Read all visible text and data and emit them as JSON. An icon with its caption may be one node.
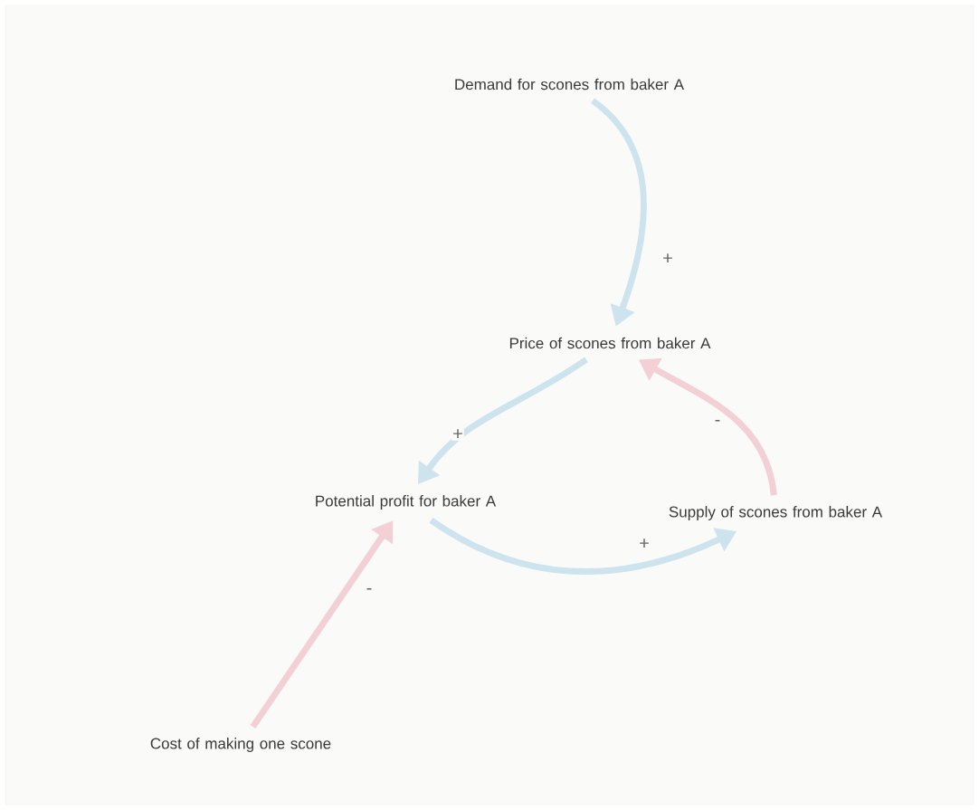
{
  "diagram": {
    "nodes": [
      {
        "text": [
          "Demand for scones from baker A"
        ]
      },
      {
        "text": [
          "Price of scones from baker A"
        ]
      },
      {
        "text": [
          "Potential profit for baker A"
        ]
      },
      {
        "text": [
          "Supply of scones from baker A"
        ]
      },
      {
        "text": [
          "Cost of making one scone"
        ]
      }
    ],
    "edges": [
      {
        "from": 0,
        "to": 1,
        "arrow": "to",
        "label": "+"
      },
      {
        "from": 1,
        "to": 2,
        "arrow": "to",
        "label": "+"
      },
      {
        "from": 2,
        "to": 3,
        "arrow": "to",
        "label": "+"
      },
      {
        "from": 3,
        "to": 1,
        "arrow": "to",
        "label": "-",
        "color": "#f2d0d6"
      },
      {
        "from": 4,
        "to": 2,
        "arrow": "to",
        "label": "-",
        "color": "#f2d0d6"
      }
    ]
  }
}
